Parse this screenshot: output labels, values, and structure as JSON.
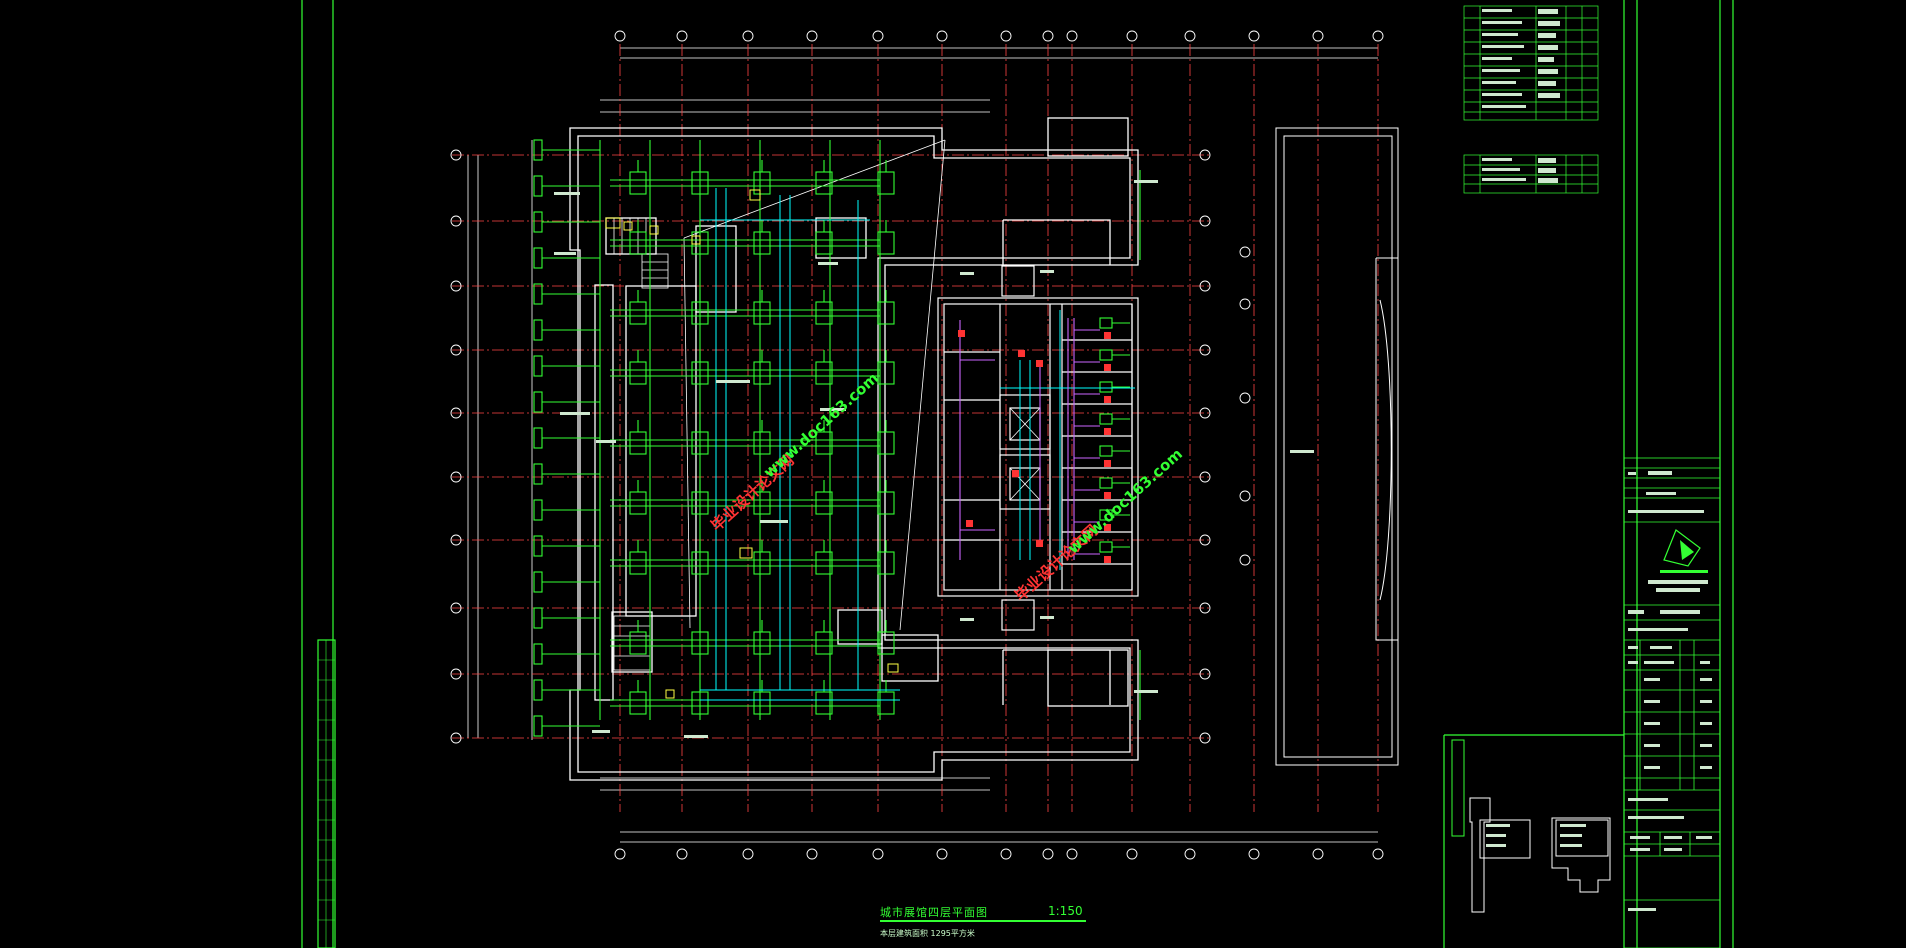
{
  "drawing": {
    "title": "城市展馆四层平面图",
    "scale": "1:150",
    "subtitle": "本层建筑面积 1295平方米"
  },
  "watermarks": {
    "site_name": "毕业设计论文网",
    "url_a": "www.doc163.com",
    "url_b": "www.doc163.com"
  },
  "colors": {
    "background": "#000000",
    "frame": "#33ff33",
    "wall": "#ffffff",
    "duct": "#33ff33",
    "pipe": "#00ffff",
    "axis": "#ff4444",
    "equipment": "#ff3333",
    "purple": "#cc66ff",
    "yellow": "#ffff44"
  }
}
